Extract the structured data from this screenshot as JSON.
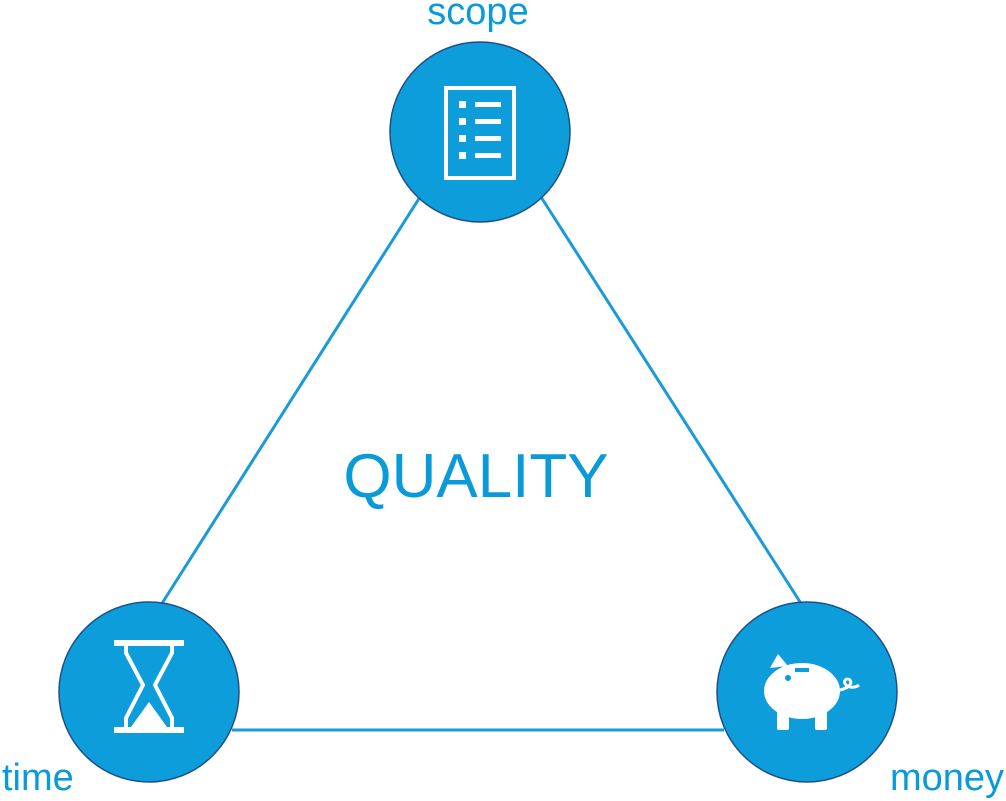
{
  "diagram": {
    "center_label": "QUALITY",
    "nodes": [
      {
        "label": "scope",
        "icon": "checklist-icon"
      },
      {
        "label": "time",
        "icon": "hourglass-icon"
      },
      {
        "label": "money",
        "icon": "piggy-bank-icon"
      }
    ],
    "colors": {
      "primary": "#0d9ddb",
      "line": "#1a9ad6",
      "text": "#0b9ad8",
      "outline": "#1f4f86",
      "icon": "#ffffff"
    }
  }
}
